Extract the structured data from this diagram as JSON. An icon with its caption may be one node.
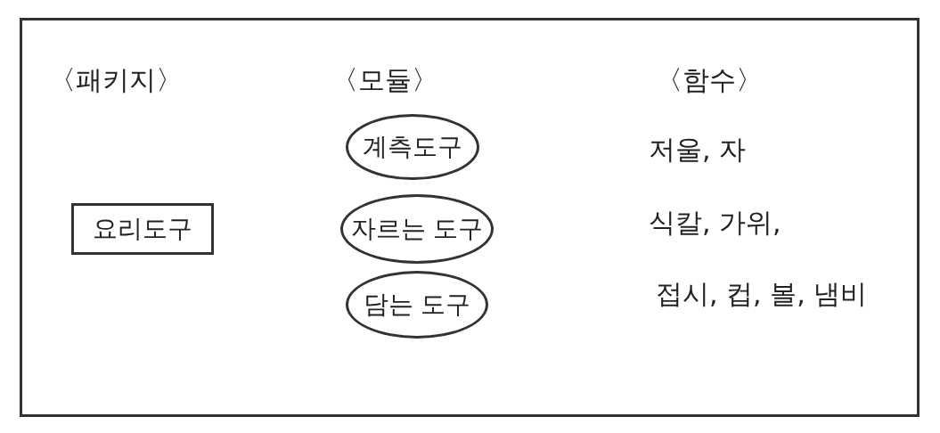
{
  "diagram": {
    "nodes": [
      {
        "text": [
          "요리도구"
        ]
      },
      {
        "text": [
          "계측도구"
        ]
      },
      {
        "text": [
          "자르는 도구"
        ]
      },
      {
        "text": [
          "담는 도구"
        ]
      }
    ],
    "labels": [
      "〈패키지〉",
      "〈모듈〉",
      "〈함수〉",
      "저울, 자",
      "식칼, 가위,",
      "접시, 컵, 볼, 냄비"
    ]
  }
}
